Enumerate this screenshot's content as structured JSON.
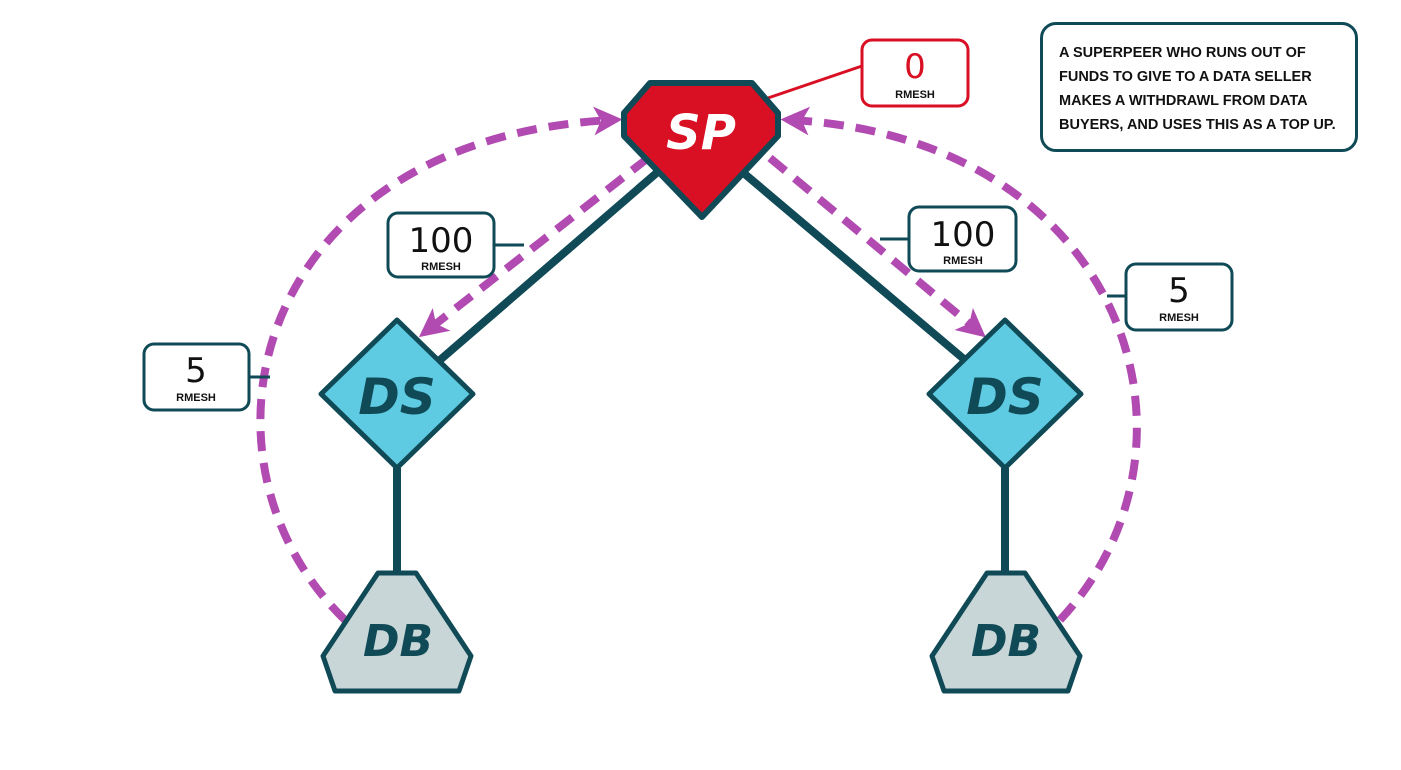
{
  "colors": {
    "dark_teal": "#0f4a56",
    "superpeer_red": "#d90f23",
    "seller_blue": "#5fcbe2",
    "buyer_gray": "#c9d6d8",
    "arrow_purple": "#b14ab1"
  },
  "nodes": {
    "superpeer": {
      "label": "SP",
      "icon": "superpeer-gem-icon"
    },
    "seller_left": {
      "label": "DS",
      "icon": "data-seller-diamond-icon"
    },
    "seller_right": {
      "label": "DS",
      "icon": "data-seller-diamond-icon"
    },
    "buyer_left": {
      "label": "DB",
      "icon": "data-buyer-hexagon-icon"
    },
    "buyer_right": {
      "label": "DB",
      "icon": "data-buyer-hexagon-icon"
    }
  },
  "balances": {
    "superpeer": {
      "value": "0",
      "unit": "RMESH"
    },
    "seller_left": {
      "value": "100",
      "unit": "RMESH"
    },
    "seller_right": {
      "value": "100",
      "unit": "RMESH"
    },
    "buyer_left": {
      "value": "5",
      "unit": "RMESH"
    },
    "buyer_right": {
      "value": "5",
      "unit": "RMESH"
    }
  },
  "note": {
    "text": "A SUPERPEER WHO RUNS OUT OF FUNDS TO GIVE TO A DATA SELLER MAKES A WITHDRAWL FROM DATA BUYERS, AND USES THIS AS A TOP UP."
  }
}
